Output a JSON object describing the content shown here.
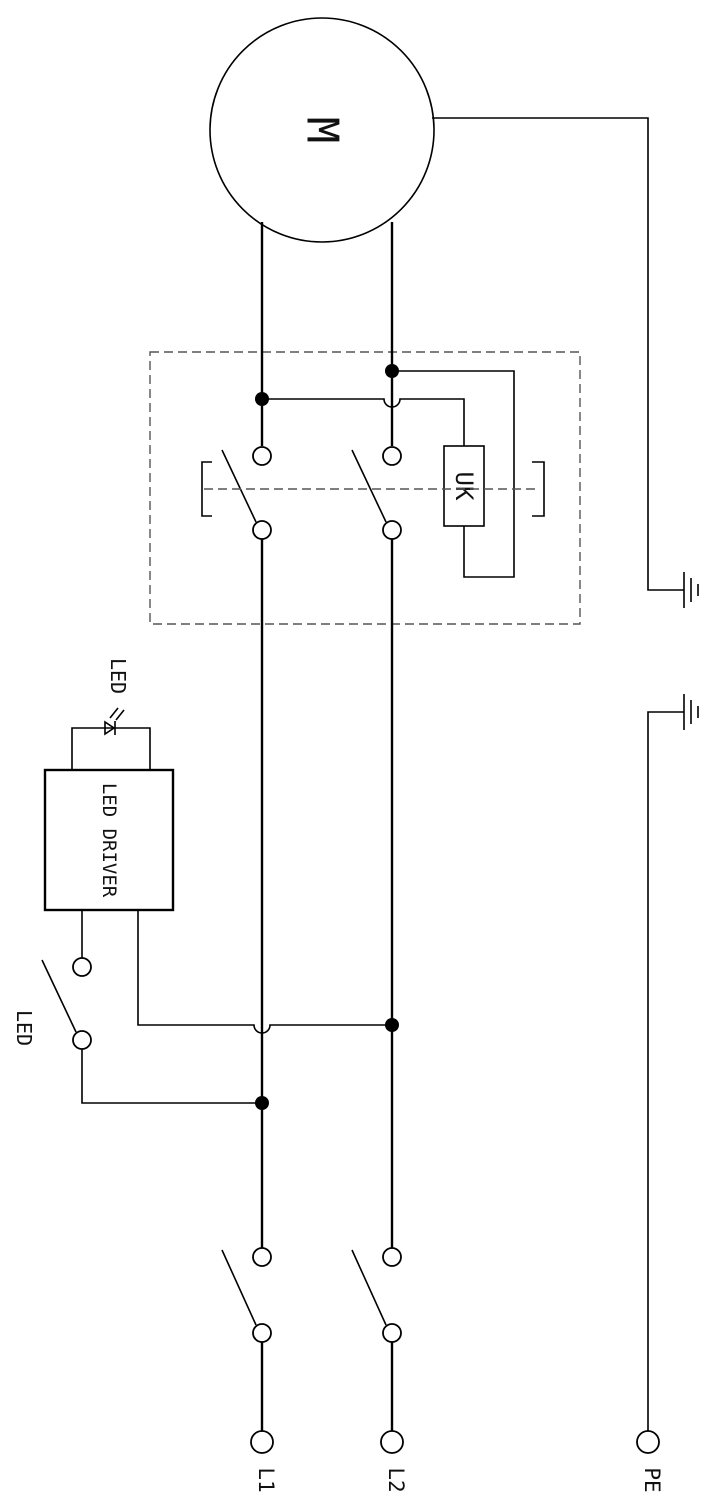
{
  "motor": {
    "label": "M"
  },
  "thermal": {
    "label": "UK"
  },
  "led_driver": {
    "label": "LED DRIVER"
  },
  "led": {
    "label": "LED"
  },
  "led_switch": {
    "label": "LED"
  },
  "terminals": {
    "l1": "L1",
    "l2": "L2",
    "pe": "PE"
  }
}
